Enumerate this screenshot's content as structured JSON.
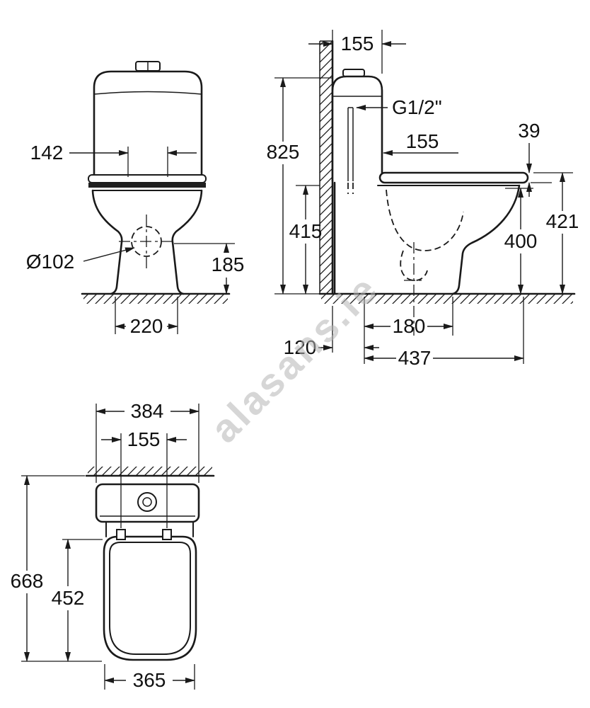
{
  "watermark": "alasans.ie",
  "front_view": {
    "fixing_hole_spacing": "142",
    "outlet_diameter": "Ø102",
    "outlet_height": "185",
    "base_width": "220"
  },
  "side_view": {
    "cistern_depth": "155",
    "total_height": "825",
    "supply_connection": "G1/2\"",
    "supply_offset": "155",
    "seat_profile_height": "39",
    "rim_back_height": "415",
    "bowl_height": "400",
    "seat_top_height": "421",
    "outlet_offset": "180",
    "wall_clearance": "120",
    "bowl_projection": "437"
  },
  "plan_view": {
    "cistern_width": "384",
    "fixing_hole_spacing": "155",
    "overall_depth": "668",
    "bowl_length": "452",
    "bowl_width": "365"
  }
}
